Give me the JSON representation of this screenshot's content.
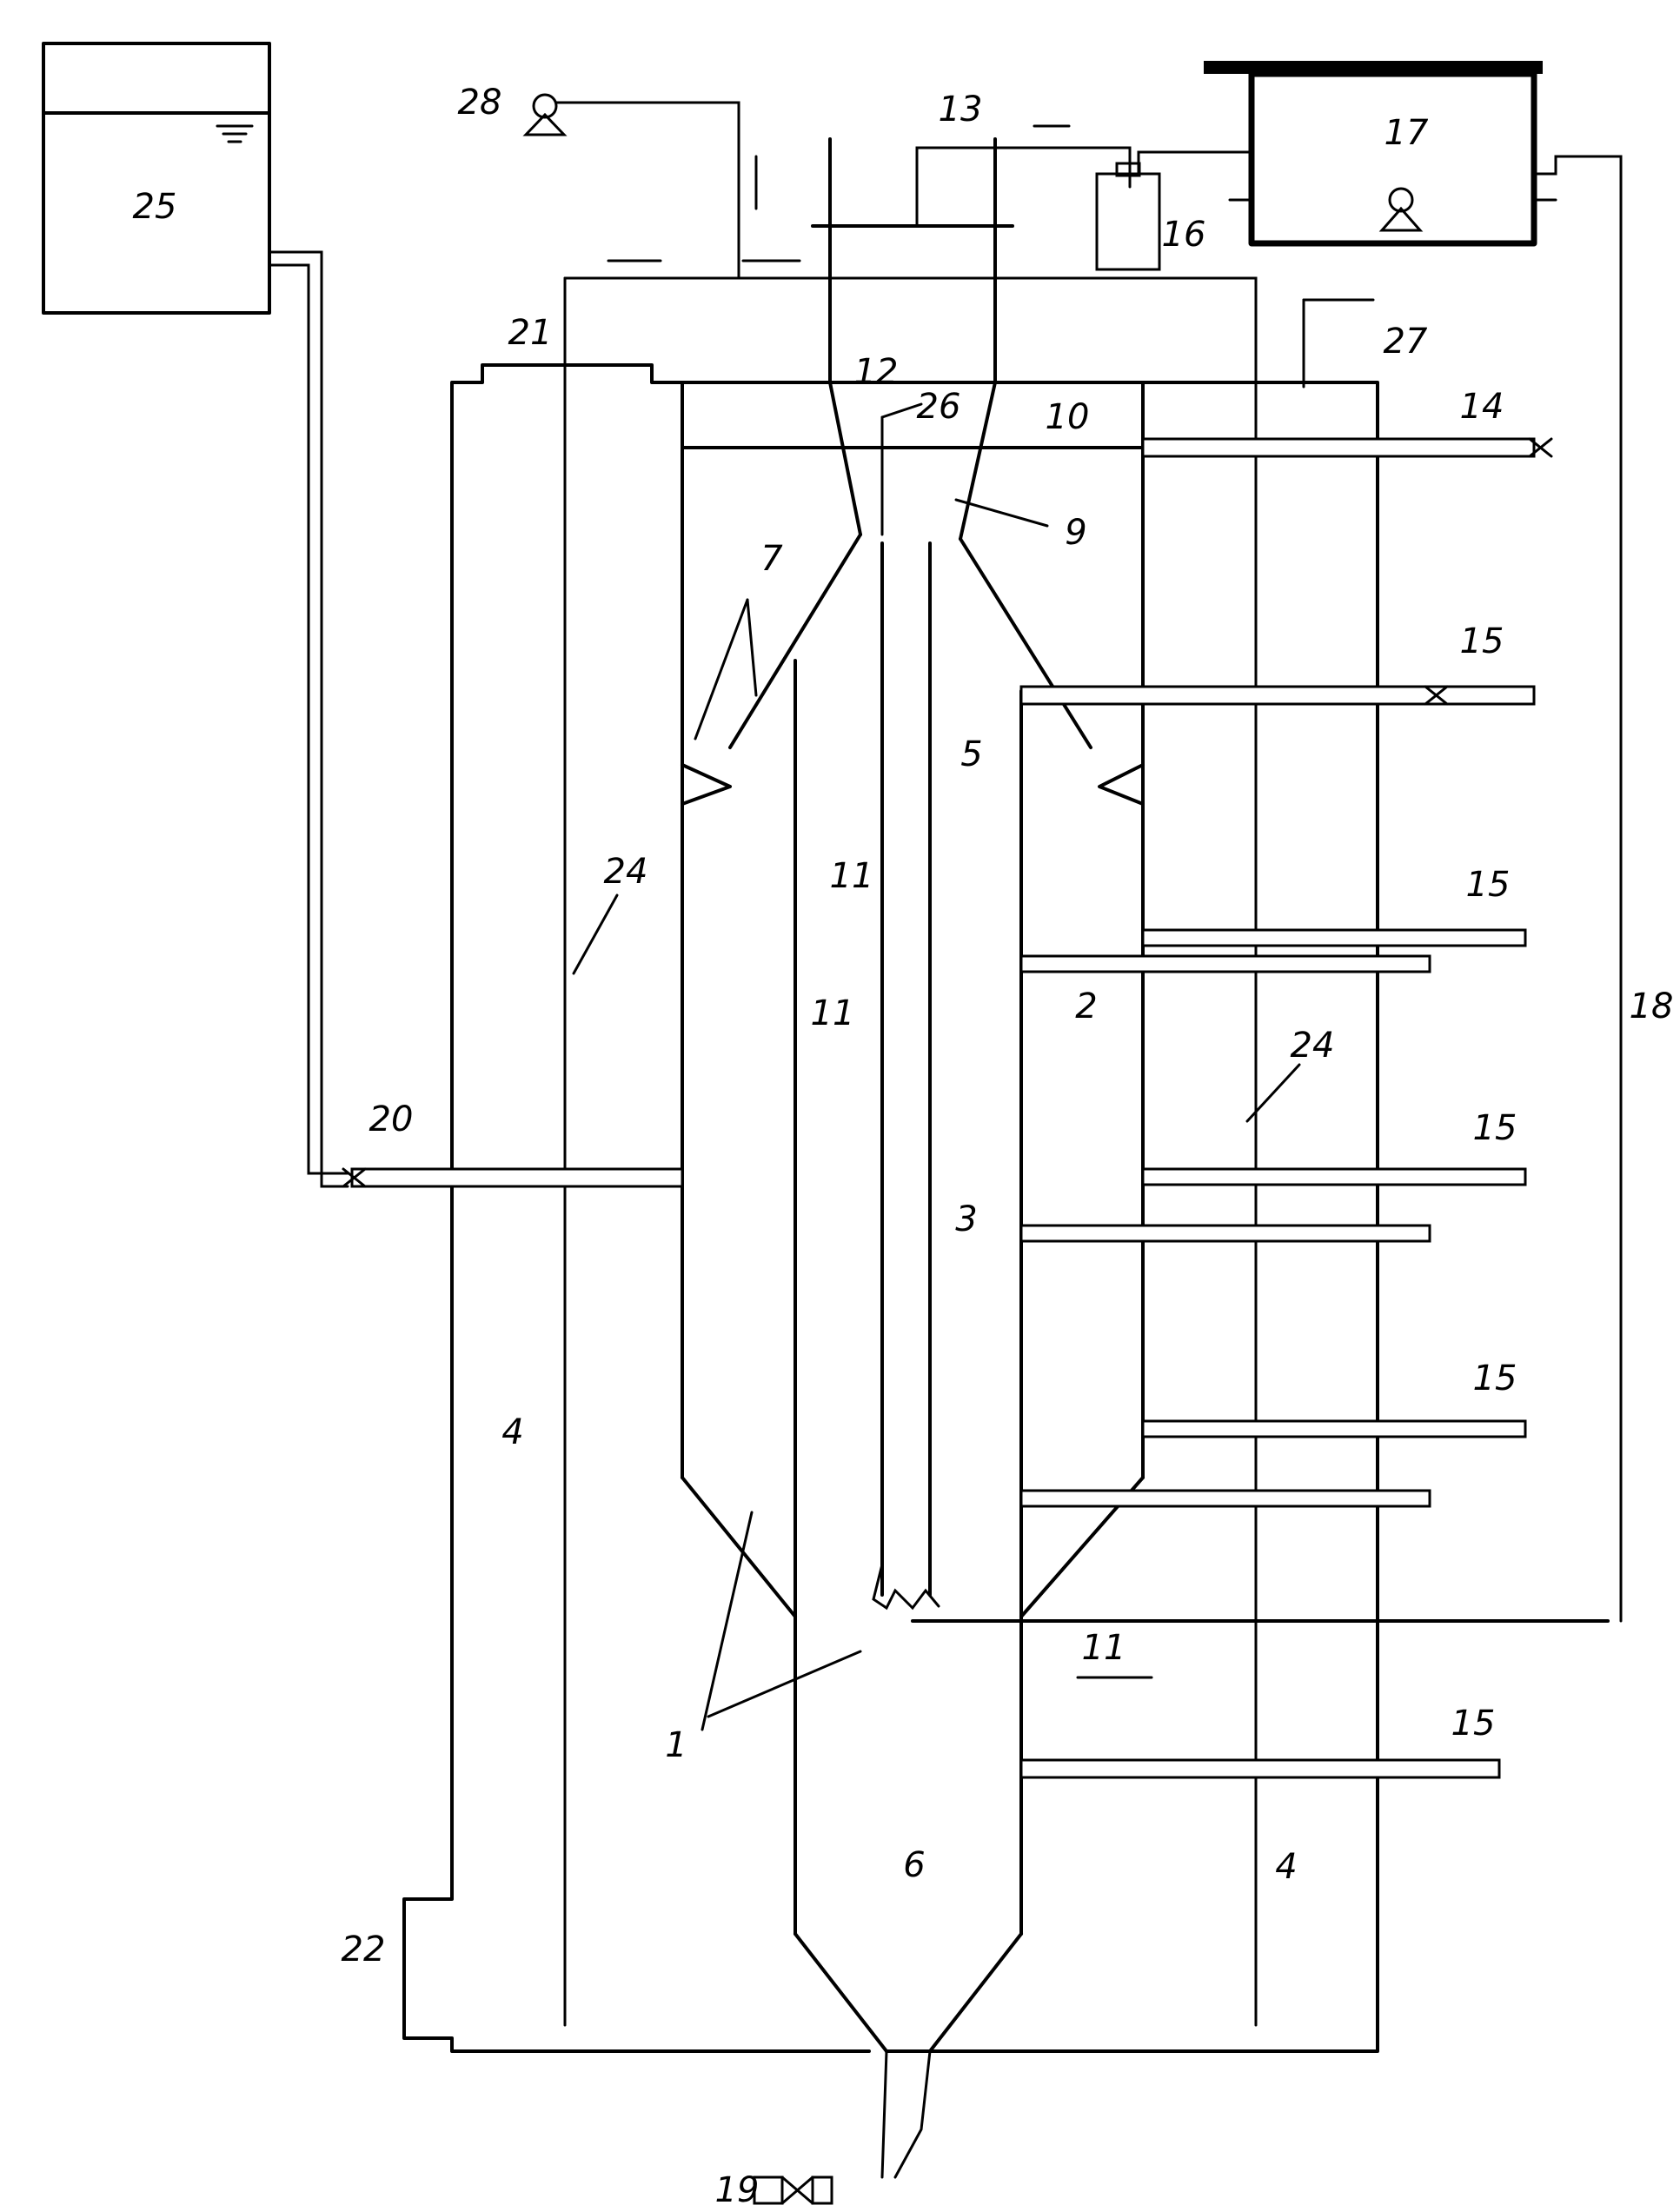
{
  "labels": {
    "l1": "1",
    "l2": "2",
    "l3": "3",
    "l4a": "4",
    "l4b": "4",
    "l5": "5",
    "l6": "6",
    "l7": "7",
    "l9": "9",
    "l10": "10",
    "l11a": "11",
    "l11b": "11",
    "l11c": "11",
    "l12": "12",
    "l13": "13",
    "l14": "14",
    "l15a": "15",
    "l15b": "15",
    "l15c": "15",
    "l15d": "15",
    "l15e": "15",
    "l16": "16",
    "l17": "17",
    "l18": "18",
    "l19": "19",
    "l20": "20",
    "l21": "21",
    "l22": "22",
    "l24a": "24",
    "l24b": "24",
    "l25": "25",
    "l26": "26",
    "l27": "27",
    "l28": "28"
  },
  "icons": {
    "pump_top": "pump-icon",
    "pump_tank": "pump-icon",
    "valves": "valve-icon",
    "bottle": "bottle-icon",
    "water_level": "water-level-icon"
  },
  "colors": {
    "line": "#000000",
    "background": "#ffffff"
  }
}
